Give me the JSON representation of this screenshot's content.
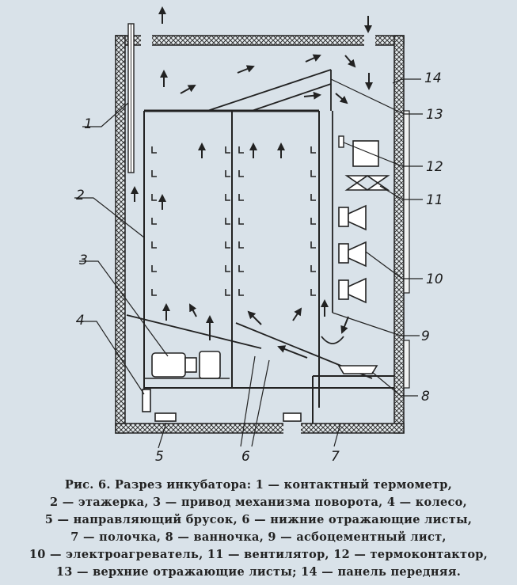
{
  "labels": [
    "1",
    "2",
    "3",
    "4",
    "5",
    "6",
    "7",
    "8",
    "9",
    "10",
    "11",
    "12",
    "13",
    "14"
  ],
  "caption": [
    "Рис. 6. Разрез инкубатора: 1 — контактный термометр,",
    "2 — этажерка, 3 — привод механизма поворота, 4 — колесо,",
    "5 — направляющий брусок, 6 — нижние отражающие листы,",
    "7 — полочка, 8 — ванночка, 9 — асбоцементный лист,",
    "10 — электроагреватель, 11 — вентилятор, 12 — термоконтактор,",
    "13 — верхние отражающие листы; 14 — панель передняя."
  ]
}
